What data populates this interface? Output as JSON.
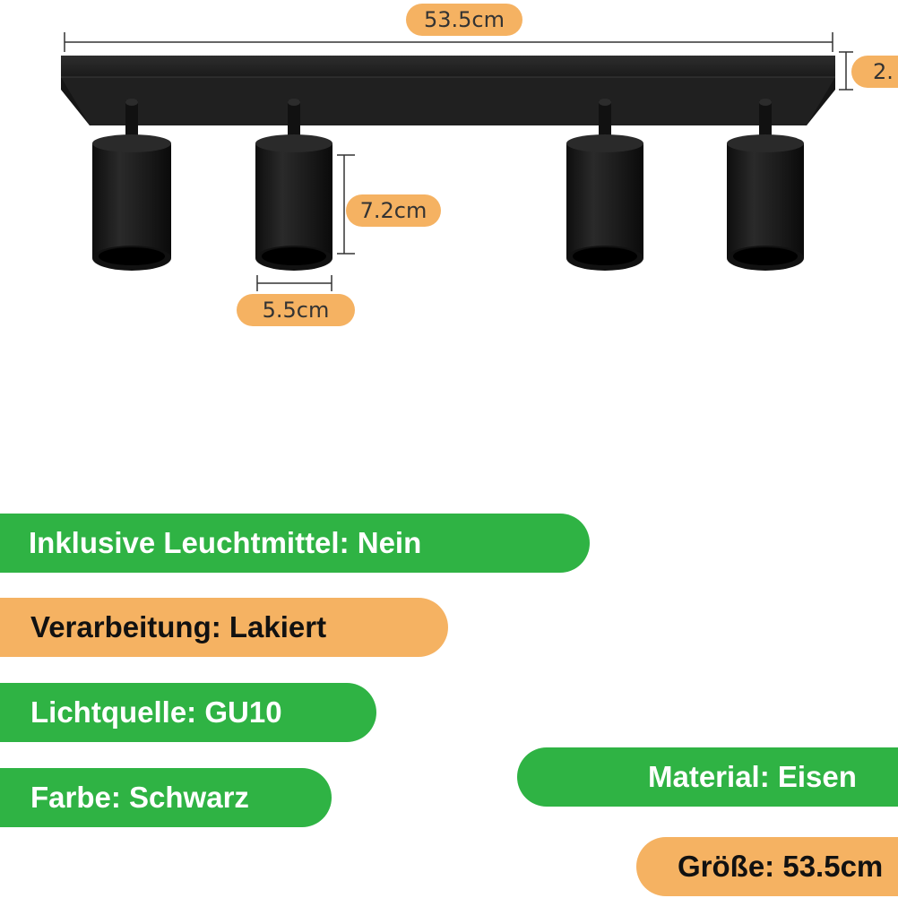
{
  "dimensions": {
    "total_length": "53.5cm",
    "bar_height": "2.",
    "shade_height": "7.2cm",
    "shade_width": "5.5cm"
  },
  "specs": {
    "bulbs_included": "Inklusive Leuchtmittel: Nein",
    "finish": "Verarbeitung: Lakiert",
    "light_source": "Lichtquelle: GU10",
    "color": "Farbe: Schwarz",
    "material": "Material: Eisen",
    "size": "Größe: 53.5cm"
  },
  "colors": {
    "green_pill": "#2fb344",
    "orange_pill": "#f5b262",
    "fixture": "#1c1c1c"
  },
  "icons": {
    "product": "spotlight-fixture-icon"
  }
}
